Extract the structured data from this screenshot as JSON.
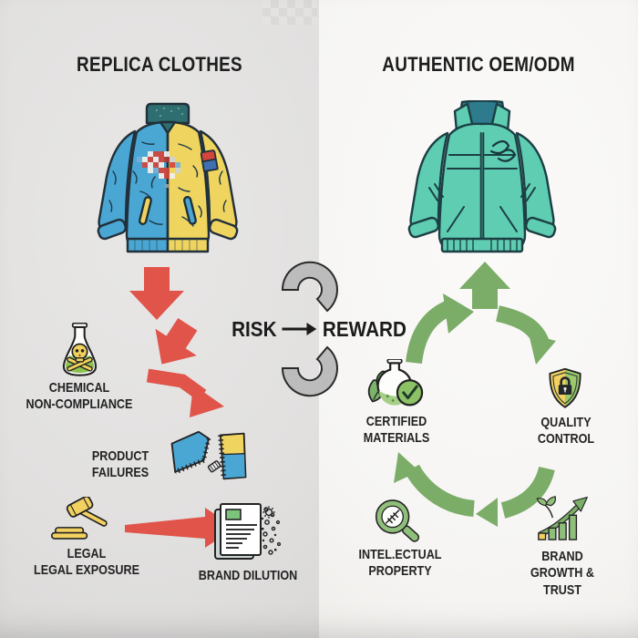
{
  "left_panel": {
    "title": "REPLICA CLOTHES",
    "jacket_icon": "replica-jacket-blue-yellow-pixelated-logo",
    "risks": {
      "chemical": {
        "line1": "CHEMICAL",
        "line2": "NON-COMPLIANCE",
        "icon": "toxic-flask-icon"
      },
      "product": {
        "line1": "PRODUCT",
        "line2": "FAILURES",
        "icon": "torn-fabric-icon"
      },
      "legal": {
        "line1": "LEGAL",
        "line2": "LEGAL EXPOSURE",
        "icon": "gavel-icon"
      },
      "brand": {
        "line1": "BRAND DILUTION",
        "icon": "dissolving-document-icon"
      }
    }
  },
  "center": {
    "risk_label": "RISK",
    "arrow_glyph": "→",
    "reward_label": "REWARD"
  },
  "right_panel": {
    "title": "AUTHENTIC OEM/ODM",
    "jacket_icon": "authentic-teal-jacket-logo",
    "rewards": {
      "certified": {
        "line1": "CERTIFIED",
        "line2": "MATERIALS",
        "icon": "certified-flask-leaf-check-icon"
      },
      "quality": {
        "line1": "QUALITY",
        "line2": "CONTROL",
        "icon": "shield-lock-icon"
      },
      "ip": {
        "line1": "INTEL.ECTUAL",
        "line2": "PROPERTY",
        "icon": "magnifier-icon"
      },
      "growth": {
        "line1": "BRAND",
        "line2": "GROWTH & TRUST",
        "icon": "growth-chart-sprout-icon"
      }
    }
  },
  "colors": {
    "left_bg": "#e3e2e1",
    "right_bg": "#f8f7f5",
    "risk_red": "#e0544a",
    "reward_green": "#7cad68",
    "neutral_gray": "#bcbcbc",
    "replica_blue": "#4aa6d3",
    "replica_yellow": "#efd55f",
    "authentic_teal": "#5ecdb2",
    "text": "#222222"
  }
}
